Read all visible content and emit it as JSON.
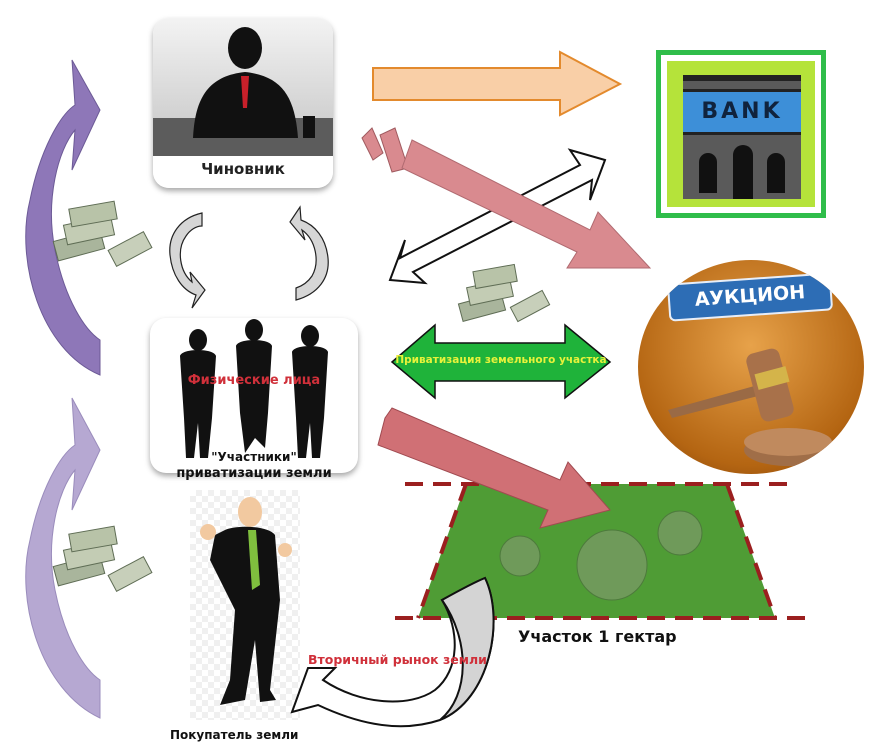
{
  "official": {
    "label": "Чиновник"
  },
  "bank": {
    "label": "BANK",
    "colors": {
      "outer": "#2fbd4a",
      "inner": "#b5e33a",
      "sign": "#3d8fd8",
      "building": "#5a5a5a"
    }
  },
  "auction": {
    "label": "АУКЦИОН",
    "colors": {
      "ribbon": "#2d6db5",
      "bg": "#c77a24"
    }
  },
  "participants": {
    "overlay_label": "Физические лица",
    "caption_line1": "\"Участники\"",
    "caption_line2": "приватизации земли"
  },
  "privatization_arrow": {
    "label": "Приватизация земельного участка",
    "colors": {
      "fill": "#1fb33a",
      "text": "#e8f23a"
    }
  },
  "plot": {
    "label": "Участок 1 гектар"
  },
  "secondary_market": {
    "label": "Вторичный рынок земли",
    "color": "#d0303a"
  },
  "buyer": {
    "label": "Покупатель земли"
  },
  "colors": {
    "orange_arrow": "#f9cfa7",
    "orange_arrow_border": "#e38a2d",
    "red_arrow": "#d98a8f",
    "purple_dark": "#8e77b8",
    "purple_light": "#b6a8d2",
    "label_red": "#d0303a"
  }
}
